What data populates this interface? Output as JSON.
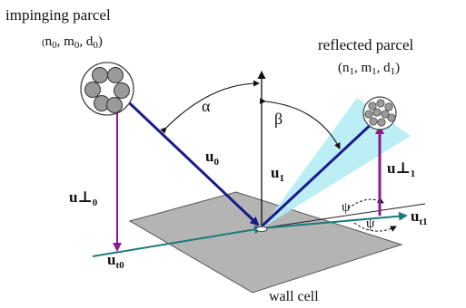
{
  "labels": {
    "impinging_title": "impinging parcel",
    "reflected_title": "reflected parcel",
    "wall_cell": "wall cell",
    "alpha": "α",
    "beta": "β",
    "psi_upper": "ψ",
    "psi_lower": "ψ"
  },
  "impinging_params": {
    "open": "(",
    "n": "n",
    "n_sub": "0",
    "m": "m",
    "m_sub": "0",
    "d": "d",
    "d_sub": "0",
    "close": ")",
    "sep": ", "
  },
  "reflected_params": {
    "open": "(",
    "n": "n",
    "n_sub": "1",
    "m": "m",
    "m_sub": "1",
    "d": "d",
    "d_sub": "1",
    "close": ")",
    "sep": ", "
  },
  "vectors": {
    "u0": {
      "base": "u",
      "sub": "0"
    },
    "u1": {
      "base": "u",
      "sub": "1"
    },
    "uperp0": {
      "base": "u⊥",
      "sub": "0"
    },
    "uperp1": {
      "base": "u⊥",
      "sub": "1"
    },
    "ut0": {
      "base": "u",
      "sub": "t0"
    },
    "ut1": {
      "base": "u",
      "sub": "t1"
    }
  },
  "colors": {
    "velocity_arrow": "#1a1a8c",
    "normal_arrow": "#8b1a8b",
    "tangential_arrow": "#1a7a7a",
    "wall_fill": "#b4b4b4",
    "cone_fill": "#b4ecf4",
    "droplet_fill": "#9a9a9a"
  }
}
